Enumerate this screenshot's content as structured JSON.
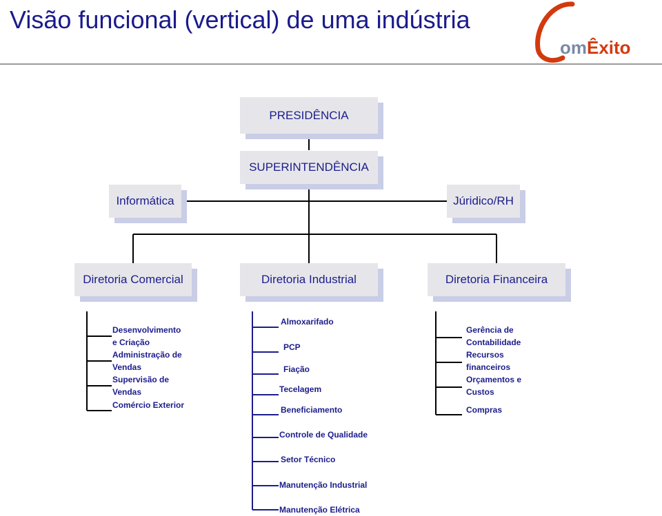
{
  "page": {
    "title": "Visão funcional (vertical) de uma indústria"
  },
  "logo": {
    "text_prefix": "om",
    "text_suffix": "Êxito",
    "accent_color": "#d23a0e",
    "icon": "comexito-logo"
  },
  "colors": {
    "text": "#1c1c8c",
    "box_face": "#e6e6ea",
    "box_shadow": "#c9cde6",
    "line": "#000000"
  },
  "nodes": {
    "presidencia": "PRESIDÊNCIA",
    "superintendencia": "SUPERINTENDÊNCIA",
    "informatica": "Informática",
    "juridico": "Júridico/RH",
    "dir_comercial": "Diretoria Comercial",
    "dir_industrial": "Diretoria Industrial",
    "dir_financeira": "Diretoria Financeira"
  },
  "comercial_items": [
    "Desenvolvimento",
    "e Criação",
    "Administração de",
    "Vendas",
    "Supervisão de",
    "Vendas",
    "Comércio Exterior"
  ],
  "industrial_items": [
    "Almoxarifado",
    "PCP",
    "Fiação",
    "Tecelagem",
    "Beneficiamento",
    "Controle de Qualidade",
    "Setor Técnico",
    "Manutenção Industrial",
    "Manutenção Elétrica"
  ],
  "financeira_items": [
    "Gerência de",
    "Contabilidade",
    "Recursos",
    "financeiros",
    "Orçamentos e",
    "Custos",
    "Compras"
  ]
}
